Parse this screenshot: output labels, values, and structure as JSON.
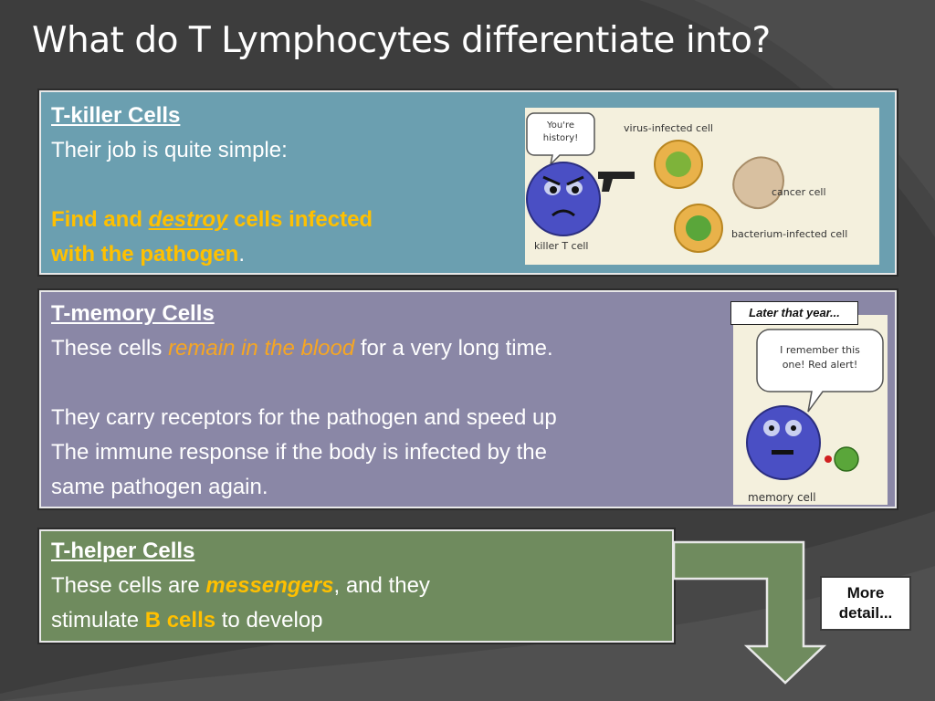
{
  "slide": {
    "title": "What do T Lymphocytes differentiate into?"
  },
  "killer": {
    "heading": "T-killer Cells",
    "line1": "Their job is quite simple:",
    "find_and": "Find and ",
    "destroy": "destroy",
    "cells_infected": " cells infected",
    "with_pathogen": "with the pathogen",
    "period": ".",
    "image": {
      "speech": [
        "You're",
        "history!"
      ],
      "virus_label": "virus-infected cell",
      "cancer_label": "cancer cell",
      "bacterium_label": "bacterium-infected cell",
      "killer_label": "killer T cell"
    }
  },
  "memory": {
    "heading": "T-memory Cells",
    "line1_a": "These cells ",
    "line1_b": "remain in the blood",
    "line1_c": " for a very long time.",
    "para2_l1": "They carry receptors for the pathogen and speed up",
    "para2_l2": "The immune response if the body is infected by the",
    "para2_l3": "same pathogen again.",
    "later_label": "Later that year...",
    "image": {
      "speech": [
        "I remember this",
        "one! Red alert!"
      ],
      "memory_label": "memory cell"
    }
  },
  "helper": {
    "heading": "T-helper Cells",
    "line1_a": "These cells are ",
    "line1_b": "messengers",
    "line1_c": ", and they",
    "line2_a": "stimulate ",
    "line2_b": "B cells",
    "line2_c": " to develop"
  },
  "more_button": {
    "line1": "More",
    "line2": "detail..."
  },
  "colors": {
    "background": "#3d3d3d",
    "killer_box": "#6b9fb0",
    "memory_box": "#8a87a6",
    "helper_box": "#6f8b5e",
    "highlight_yellow": "#ffc000",
    "highlight_orange": "#f6a623"
  }
}
